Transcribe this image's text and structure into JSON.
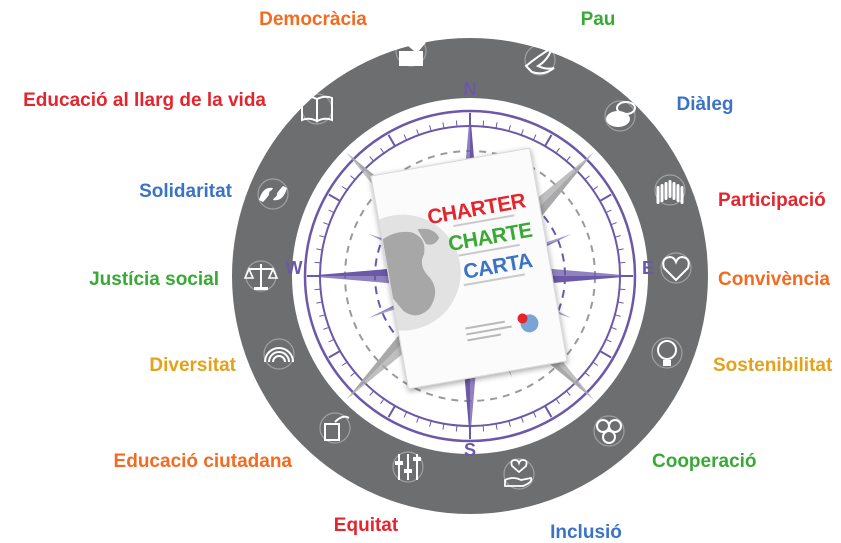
{
  "compass": {
    "north": "N",
    "east": "E",
    "south": "S",
    "west": "W",
    "ring_color": "#6d6e70",
    "accent_color": "#6b58a8"
  },
  "values": [
    {
      "label": "Democràcia",
      "color": "#f26b21",
      "icon": "ballot-box-icon"
    },
    {
      "label": "Pau",
      "color": "#39a935",
      "icon": "dove-icon"
    },
    {
      "label": "Diàleg",
      "color": "#3b73c5",
      "icon": "speech-bubbles-icon"
    },
    {
      "label": "Participació",
      "color": "#e3262e",
      "icon": "raised-hands-icon"
    },
    {
      "label": "Convivència",
      "color": "#f26b21",
      "icon": "heart-handshake-icon"
    },
    {
      "label": "Sostenibilitat",
      "color": "#e4a11b",
      "icon": "lightbulb-plant-icon"
    },
    {
      "label": "Cooperació",
      "color": "#39a935",
      "icon": "joined-hands-icon"
    },
    {
      "label": "Inclusió",
      "color": "#3b73c5",
      "icon": "hand-heart-icon"
    },
    {
      "label": "Equitat",
      "color": "#e3262e",
      "icon": "sliders-icon"
    },
    {
      "label": "Educació ciutadana",
      "color": "#f26b21",
      "icon": "citizen-card-icon"
    },
    {
      "label": "Diversitat",
      "color": "#e4a11b",
      "icon": "rainbow-icon"
    },
    {
      "label": "Justícia social",
      "color": "#39a935",
      "icon": "scales-icon"
    },
    {
      "label": "Solidaritat",
      "color": "#3b73c5",
      "icon": "helping-hands-icon"
    },
    {
      "label": "Educació al llarg de la vida",
      "color": "#e3262e",
      "icon": "open-book-icon"
    }
  ],
  "charter": {
    "words": [
      {
        "text": "CHARTER",
        "color": "#e3262e"
      },
      {
        "text": "CHARTE",
        "color": "#39a935"
      },
      {
        "text": "CARTA",
        "color": "#3b73c5"
      }
    ]
  }
}
